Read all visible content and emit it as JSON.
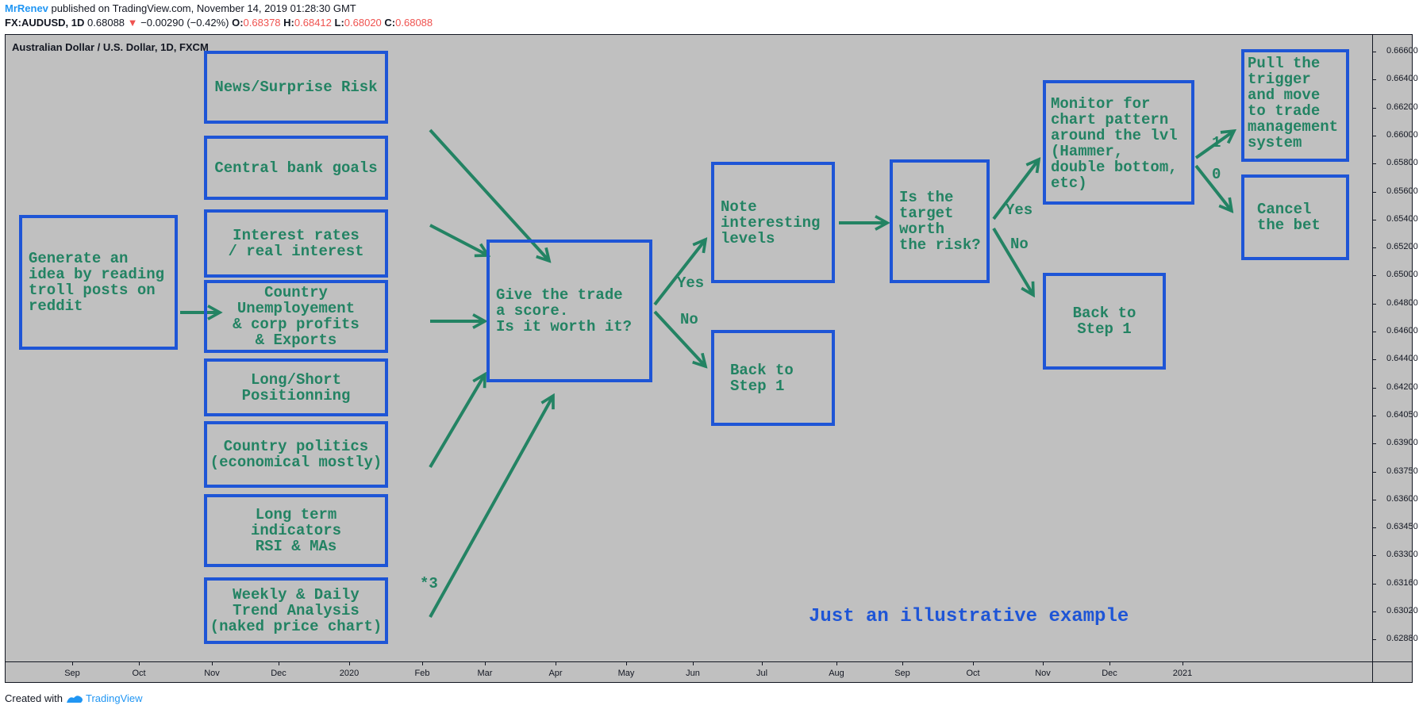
{
  "header": {
    "author": "MrRenev",
    "published": " published on TradingView.com, November 14, 2019 01:28:30 GMT",
    "symbol_line": {
      "ticker": "FX:AUDUSD, 1D",
      "price": "0.68088",
      "change_arrow": "▼",
      "change": "−0.00290 (−0.42%)",
      "open_label": "O:",
      "open": "0.68378",
      "high_label": "H:",
      "high": "0.68412",
      "low_label": "L:",
      "low": "0.68020",
      "close_label": "C:",
      "close": "0.68088"
    }
  },
  "chart": {
    "symbol_title": "Australian Dollar / U.S. Dollar, 1D, FXCM",
    "y_ticks": [
      "0.66600",
      "0.66400",
      "0.66200",
      "0.66000",
      "0.65800",
      "0.65600",
      "0.65400",
      "0.65200",
      "0.65000",
      "0.64800",
      "0.64600",
      "0.64400",
      "0.64200",
      "0.64050",
      "0.63900",
      "0.63750",
      "0.63600",
      "0.63450",
      "0.63300",
      "0.63160",
      "0.63020",
      "0.62880"
    ],
    "x_ticks": [
      "Sep",
      "Oct",
      "Nov",
      "Dec",
      "2020",
      "Feb",
      "Mar",
      "Apr",
      "May",
      "Jun",
      "Jul",
      "Aug",
      "Sep",
      "Oct",
      "Nov",
      "Dec",
      "2021"
    ]
  },
  "flow": {
    "start": "Generate an\nidea by reading\ntroll posts on\nreddit",
    "factors": [
      "News/Surprise Risk",
      "Central bank goals",
      "Interest rates\n/ real interest",
      "Country\nUnemployement\n& corp profits\n& Exports",
      "Long/Short\nPositionning",
      "Country politics\n(economical mostly)",
      "Long term\nindicators\nRSI & MAs",
      "Weekly & Daily\nTrend Analysis\n(naked price chart)"
    ],
    "multiplier": "*3",
    "score": "Give the trade\na score.\nIs it worth it?",
    "yes1": "Yes",
    "no1": "No",
    "levels": "Note\ninteresting\nlevels",
    "back1": "Back to\nStep 1",
    "risk": "Is the\ntarget\nworth\nthe risk?",
    "yes2": "Yes",
    "no2": "No",
    "monitor": "Monitor for\nchart pattern\naround the lvl\n(Hammer,\ndouble bottom,\netc)",
    "back2": "Back to\nStep 1",
    "one": "1",
    "zero": "0",
    "trigger": "Pull the\ntrigger\nand move\nto trade\nmanagement\nsystem",
    "cancel": "Cancel\nthe bet",
    "note": "Just an illustrative example"
  },
  "footer": {
    "created": "Created with",
    "brand": "TradingView"
  },
  "colors": {
    "box_border": "#1e55d6",
    "text_green": "#238363",
    "chart_bg": "#c0c0c0",
    "note_blue": "#1e55d6"
  }
}
